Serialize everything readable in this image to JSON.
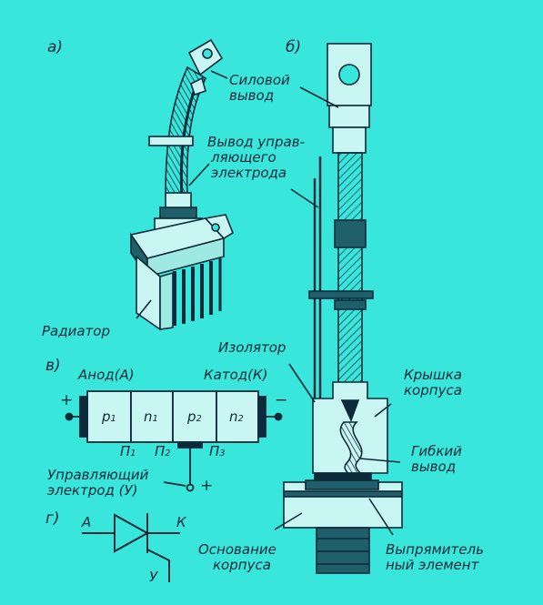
{
  "panels": {
    "a": "а)",
    "b": "б)",
    "v": "в)",
    "g": "г)"
  },
  "labels": {
    "power_lead_1": "Силовой",
    "power_lead_2": "вывод",
    "gate_lead_1": "Вывод управ-",
    "gate_lead_2": "ляющего",
    "gate_lead_3": "электрода",
    "radiator": "Радиатор",
    "insulator": "Изолятор",
    "cover_1": "Крышка",
    "cover_2": "корпуса",
    "flex_1": "Гибкий",
    "flex_2": "вывод",
    "base_1": "Основание",
    "base_2": "корпуса",
    "rect_1": "Выпрямитель",
    "rect_2": "ный элемент"
  },
  "structure": {
    "anode": "Анод(А)",
    "cathode": "Катод(К)",
    "plus": "+",
    "minus": "−",
    "layers": [
      {
        "main": "p",
        "sub": "1"
      },
      {
        "main": "n",
        "sub": "1"
      },
      {
        "main": "p",
        "sub": "2"
      },
      {
        "main": "n",
        "sub": "2"
      }
    ],
    "junctions": [
      {
        "main": "П",
        "sub": "1"
      },
      {
        "main": "П",
        "sub": "2"
      },
      {
        "main": "П",
        "sub": "3"
      }
    ],
    "gate_1": "Управляющий",
    "gate_2": "электрод (У)",
    "gate_plus": "+"
  },
  "symbol": {
    "anode": "А",
    "cathode": "К",
    "gate": "У"
  },
  "colors": {
    "background": "#39e6dc",
    "ink": "#0d2a3a",
    "body_light": "#c9f6f2",
    "body_dark": "#1e5f6a"
  }
}
